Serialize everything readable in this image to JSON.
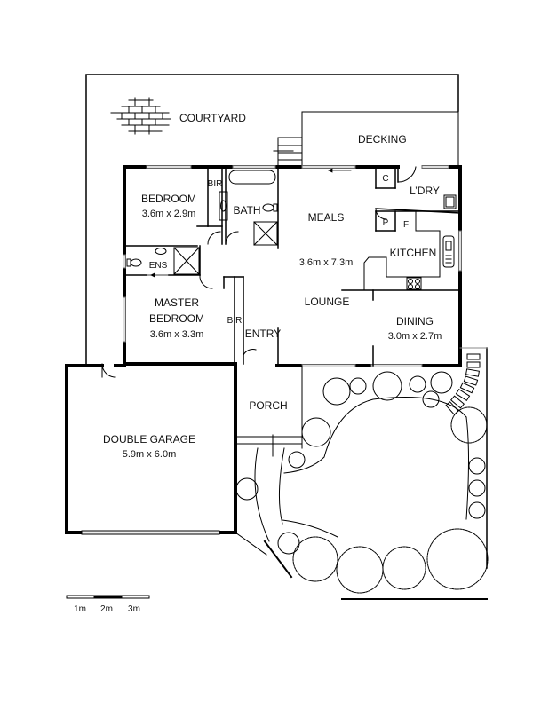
{
  "plan": {
    "rooms": {
      "courtyard": {
        "name": "COURTYARD"
      },
      "decking": {
        "name": "DECKING"
      },
      "bedroom": {
        "name": "BEDROOM",
        "size": "3.6m x 2.9m"
      },
      "bir1": {
        "name": "BIR"
      },
      "bath": {
        "name": "BATH"
      },
      "meals": {
        "name": "MEALS",
        "size": "3.6m x 7.3m"
      },
      "cupboard": {
        "name": "C"
      },
      "laundry": {
        "name": "L’DRY"
      },
      "pantry": {
        "name": "P"
      },
      "fridge": {
        "name": "F"
      },
      "kitchen": {
        "name": "KITCHEN"
      },
      "ensuite": {
        "name": "ENS"
      },
      "master": {
        "name_line1": "MASTER",
        "name_line2": "BEDROOM",
        "size": "3.6m x 3.3m"
      },
      "bir2": {
        "name": "BIR"
      },
      "entry": {
        "name": "ENTRY"
      },
      "lounge": {
        "name": "LOUNGE"
      },
      "dining": {
        "name": "DINING",
        "size": "3.0m x 2.7m"
      },
      "porch": {
        "name": "PORCH"
      },
      "garage": {
        "name": "DOUBLE GARAGE",
        "size": "5.9m x 6.0m"
      }
    },
    "scale_bar": {
      "labels": [
        "1m",
        "2m",
        "3m"
      ]
    }
  }
}
